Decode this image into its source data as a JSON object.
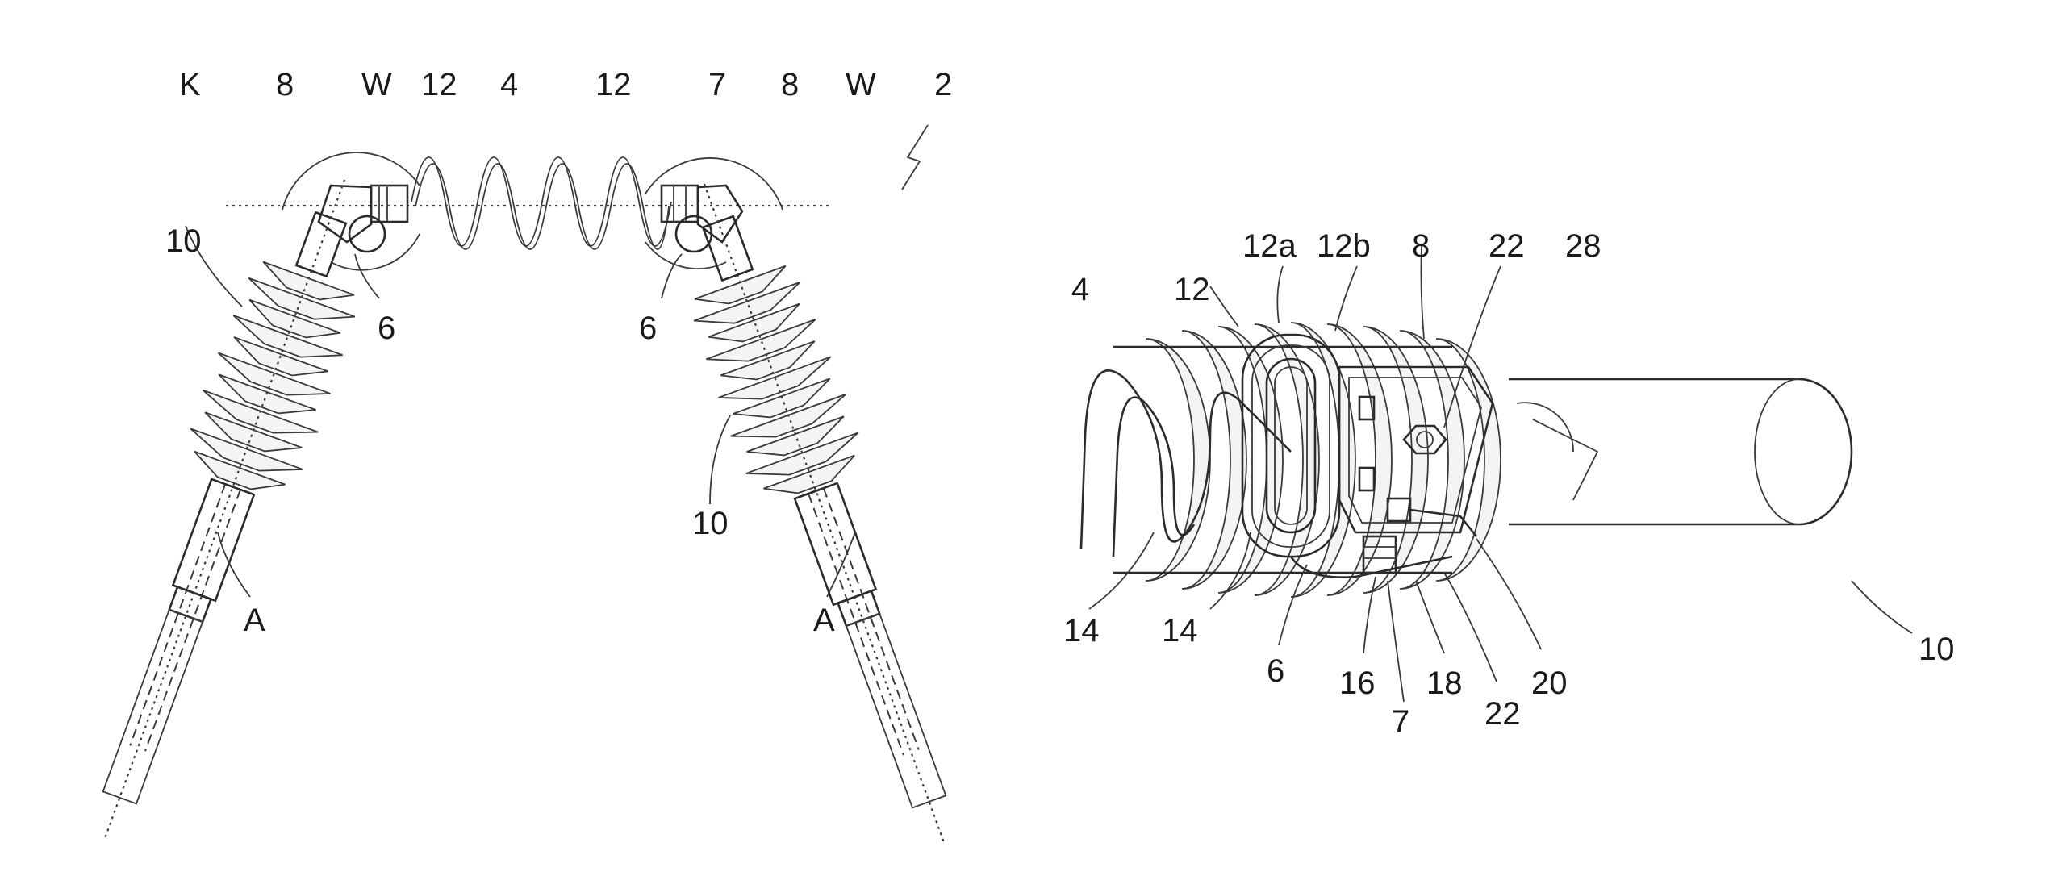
{
  "figure_left": {
    "labels": {
      "K": "K",
      "eight_left": "8",
      "W_left": "W",
      "twelve_left": "12",
      "four": "4",
      "twelve_right": "12",
      "seven": "7",
      "eight_right": "8",
      "W_right": "W",
      "two": "2",
      "ten_left": "10",
      "six_left": "6",
      "six_right": "6",
      "ten_right": "10",
      "A_left": "A",
      "A_right": "A"
    }
  },
  "figure_right": {
    "labels": {
      "twelve_a": "12a",
      "twelve_b": "12b",
      "eight": "8",
      "twenty_two_top": "22",
      "twenty_eight": "28",
      "four": "4",
      "twelve": "12",
      "fourteen_a": "14",
      "fourteen_b": "14",
      "six": "6",
      "sixteen": "16",
      "seven": "7",
      "eighteen": "18",
      "twenty_two_bottom": "22",
      "twenty": "20",
      "ten": "10"
    }
  }
}
